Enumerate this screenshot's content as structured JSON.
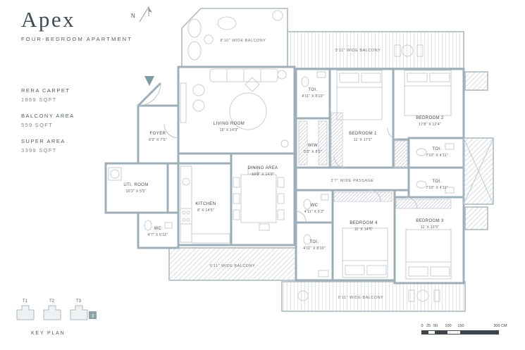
{
  "header": {
    "title": "Apex",
    "subtitle": "FOUR-BEDROOM APARTMENT"
  },
  "stats": [
    {
      "label": "RERA CARPET",
      "value": "1869 SQFT"
    },
    {
      "label": "BALCONY AREA",
      "value": "559 SQFT"
    },
    {
      "label": "SUPER AREA",
      "value": "3399 SQFT"
    }
  ],
  "plan": {
    "north": "N",
    "balcony_top": "8'10\" WIDE BALCONY",
    "balcony_top_right": "5'11\" WIDE BALCONY",
    "balcony_bottom": "5'11\" WIDE BALCONY",
    "balcony_bottom_right": "5'11\" WIDE BALCONY",
    "passage": "3'7\" WIDE PASSAGE",
    "rooms": {
      "living": {
        "name": "LIVING ROOM",
        "dims": "19' X 14'3\""
      },
      "foyer": {
        "name": "FOYER",
        "dims": "6'9\" X 7'5\""
      },
      "util": {
        "name": "UTI. ROOM",
        "dims": "10'2\" X 5'5\""
      },
      "kitchen": {
        "name": "KITCHEN",
        "dims": "8' X 14'5\""
      },
      "dining": {
        "name": "DINING AREA",
        "dims": "10'8\" X 14'9\""
      },
      "wc1": {
        "name": "WC",
        "dims": "4'7\" X 5'11\""
      },
      "toi1": {
        "name": "TOI.",
        "dims": "4'11\" X 8'10\""
      },
      "wiw": {
        "name": "WIW",
        "dims": "5'3\" X 8'5\""
      },
      "bedroom1": {
        "name": "BEDROOM 1",
        "dims": "11' X 17'1\""
      },
      "bedroom2": {
        "name": "BEDROOM 2",
        "dims": "17'8\" X 12'4\""
      },
      "toi2": {
        "name": "TOI.",
        "dims": "7'10\" X 4'11\""
      },
      "toi3": {
        "name": "TOI.",
        "dims": "7'10\" X 4'11\""
      },
      "wc2": {
        "name": "WC",
        "dims": "4'11\" X 5'3\""
      },
      "toi4": {
        "name": "TOI.",
        "dims": "4'11\" X 8'10\""
      },
      "bedroom4": {
        "name": "BEDROOM 4",
        "dims": "11' X 14'5\""
      },
      "bedroom3": {
        "name": "BEDROOM 3",
        "dims": "11' X 13'5\""
      }
    }
  },
  "keyplan": {
    "towers": [
      "T1",
      "T2",
      "T3"
    ],
    "unit": "3",
    "label": "KEY PLAN"
  },
  "scale": {
    "t0": "0",
    "t1": "25",
    "t2": "50",
    "t3": "100",
    "t4": "150",
    "t5": "300 CM"
  },
  "colors": {
    "wall": "#9fafba",
    "accent_teal": "#7d9da3",
    "text": "#464d53"
  }
}
